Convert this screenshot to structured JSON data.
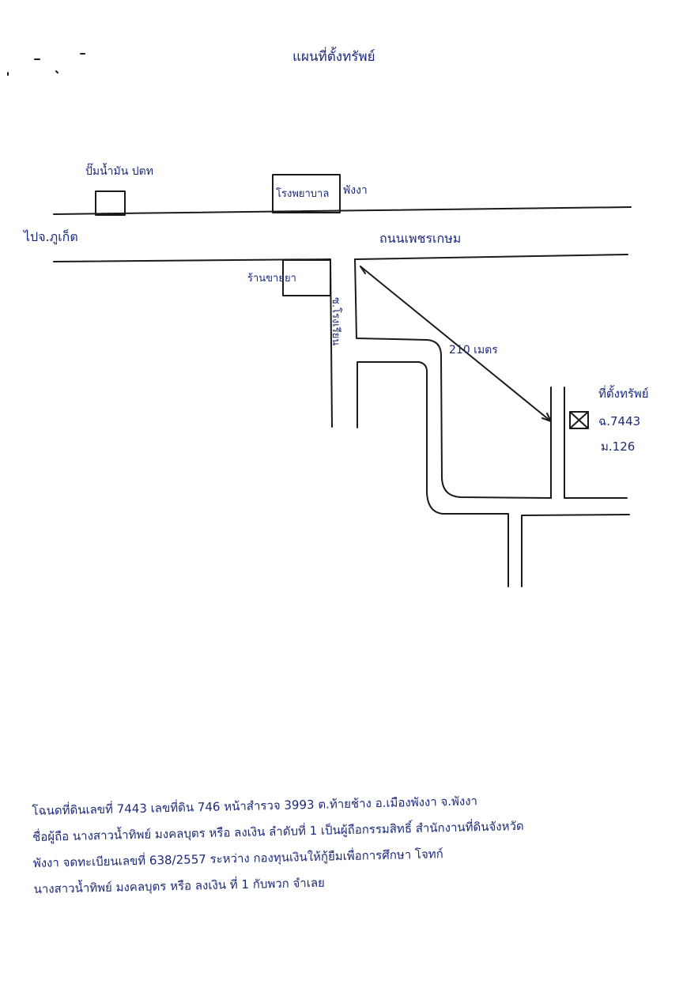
{
  "map": {
    "title": "แผนที่ตั้งทรัพย์",
    "gas_station": "ปั๊มน้ำมัน ปตท",
    "hospital": "โรงพยาบาล",
    "hospital_suffix": "พังงา",
    "to_phuket": "ไปจ.ภูเก็ต",
    "main_road": "ถนนเพชรเกษม",
    "pharmacy": "ร้านขายยา",
    "side_road": "ซ.โรงเรียน",
    "distance": "210 เมตร",
    "property": "ที่ตั้งทรัพย์",
    "deed_no": "ฉ.7443",
    "village_no": "ม.126"
  },
  "description": {
    "lines": [
      "โฉนดที่ดินเลขที่ 7443 เลขที่ดิน 746 หน้าสำรวจ 3993 ต.ท้ายช้าง อ.เมืองพังงา จ.พังงา",
      "ชื่อผู้ถือ นางสาวน้ำทิพย์ มงคลบุตร หรือ ลงเงิน ลำดับที่ 1 เป็นผู้ถือกรรมสิทธิ์ สำนักงานที่ดินจังหวัด",
      "พังงา จดทะเบียนเลขที่ 638/2557 ระหว่าง กองทุนเงินให้กู้ยืมเพื่อการศึกษา โจทก์",
      "นางสาวน้ำทิพย์ มงคลบุตร หรือ ลงเงิน ที่ 1 กับพวก จำเลย"
    ]
  }
}
